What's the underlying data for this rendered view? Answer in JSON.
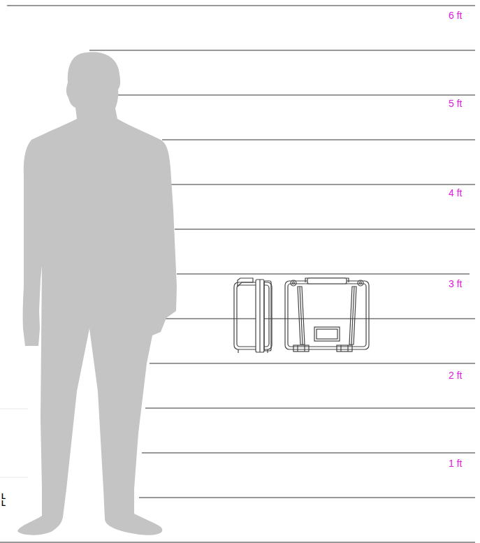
{
  "diagram": {
    "labels": [
      "6 ft",
      "5 ft",
      "4 ft",
      "3 ft",
      "2 ft",
      "1 ft",
      "L",
      "L"
    ]
  }
}
